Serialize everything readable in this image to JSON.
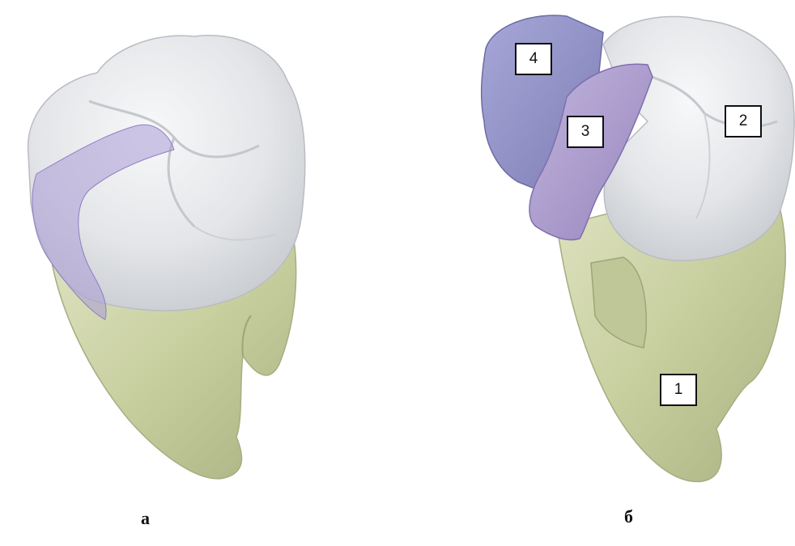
{
  "figure": {
    "panels": [
      {
        "caption": "а"
      },
      {
        "caption": "б"
      }
    ],
    "part_labels": [
      "1",
      "2",
      "3",
      "4"
    ]
  },
  "colors": {
    "enamel": "#e6e8ea",
    "root_dentin": "#c9cfa4",
    "inlay_translucent": "#a99ad6",
    "onlay_component": "#8f8fc8",
    "inlay_component": "#a798c9"
  },
  "icons": [
    "tooth-molar-illustration",
    "tooth-exploded-illustration"
  ]
}
